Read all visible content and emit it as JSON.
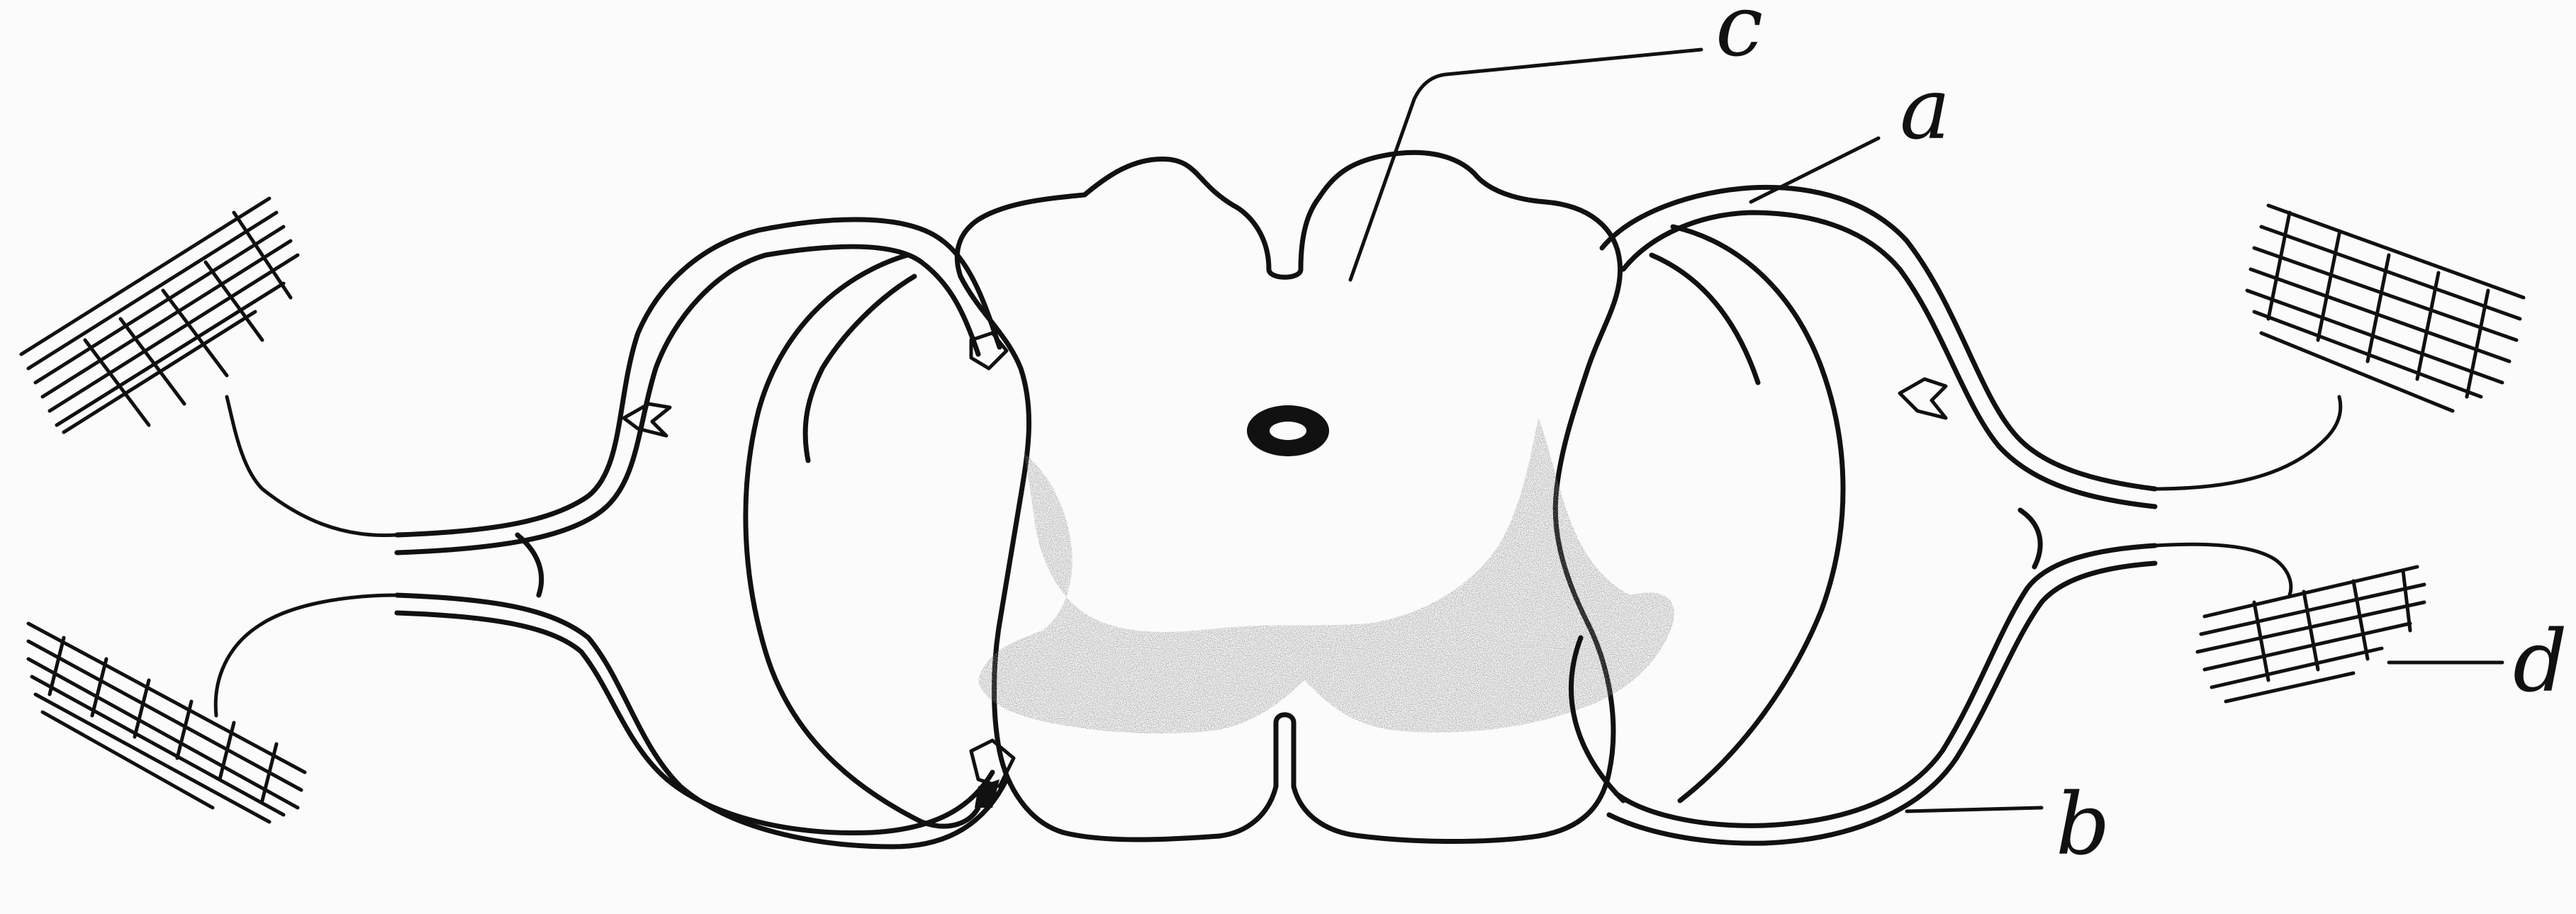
{
  "labels": {
    "a": "a",
    "b": "b",
    "c": "c",
    "d": "d"
  },
  "colors": {
    "ink": "#111111",
    "background": "#fbfbfb",
    "grey_matter": "#8a8a8a"
  }
}
